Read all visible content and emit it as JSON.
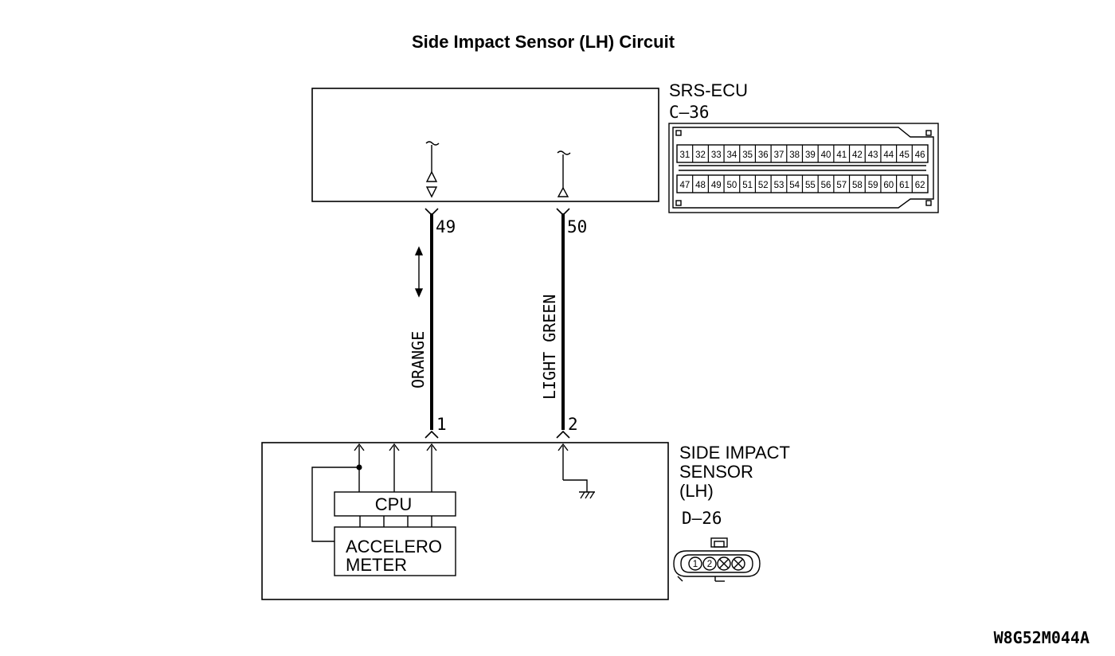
{
  "title": "Side Impact Sensor (LH) Circuit",
  "ecu": {
    "name": "SRS-ECU",
    "connector": "C–36",
    "pins_top": [
      "31",
      "32",
      "33",
      "34",
      "35",
      "36",
      "37",
      "38",
      "39",
      "40",
      "41",
      "42",
      "43",
      "44",
      "45",
      "46"
    ],
    "pins_bottom": [
      "47",
      "48",
      "49",
      "50",
      "51",
      "52",
      "53",
      "54",
      "55",
      "56",
      "57",
      "58",
      "59",
      "60",
      "61",
      "62"
    ]
  },
  "wires": [
    {
      "ecu_pin": "49",
      "sensor_pin": "1",
      "color": "ORANGE"
    },
    {
      "ecu_pin": "50",
      "sensor_pin": "2",
      "color": "LIGHT GREEN"
    }
  ],
  "sensor": {
    "name_lines": [
      "SIDE IMPACT",
      "SENSOR",
      "(LH)"
    ],
    "connector": "D–26",
    "cpu_label": "CPU",
    "accel_lines": [
      "ACCELERO",
      "METER"
    ],
    "connector_pins": [
      "1",
      "2"
    ]
  },
  "figure_code": "W8G52M044A"
}
